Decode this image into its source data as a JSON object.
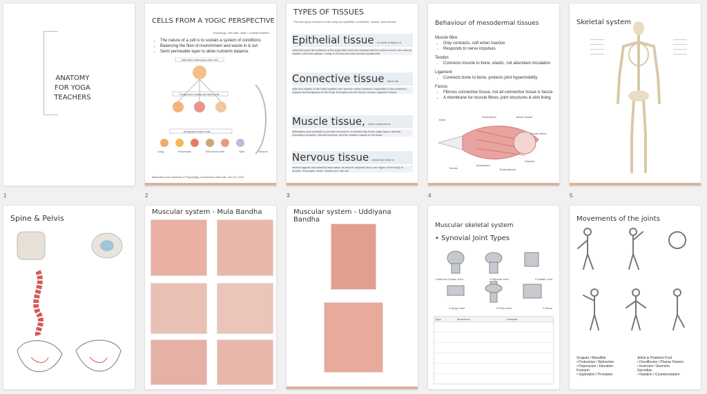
{
  "slides": [
    {
      "num": "1",
      "title": "ANATOMY\nFOR YOGA\nTEACHERS"
    },
    {
      "num": "2",
      "title": "CELLS FROM A YOGIC PERSPECTIVE",
      "etymology": "Etymology: cell Latin, cella = a small chamber",
      "bullets": [
        "The nature of a cell is to sustain a system of conditions",
        "Balancing the flow of nourishment and waste in & out",
        "Semi permeable layer to allow nutrients balance"
      ],
      "diagram_top": "Totipotent embryonic stem cell",
      "diagram_mid": "Pluripotent embryonic stem cells",
      "diagram_bottom": "Multipotent stem cells",
      "cell_labels": [
        "Lung",
        "Pancreatic",
        "Red blood cells",
        "Skin",
        "Neuron"
      ],
      "caption": "Illustration from Anatomy & Physiology, Connexions Web site. Jun 19, 2013"
    },
    {
      "num": "3",
      "title": "TYPES OF TISSUES",
      "intro": "The four types of tissues in the body are epithelial, connective, muscle, and nervous.",
      "tissues": [
        {
          "name": "Epithelial tissue",
          "suffix": "is made of layers of",
          "desc": "cells that cover the surfaces of the body that come into contact with the exterior world, the internal cavities, and form glands. Lining of GI tract and skin surface (epidermis)"
        },
        {
          "name": "Connective tissue",
          "suffix": "binds the",
          "desc": "cells and organs of the body together and perform many functions, especially in the protection, support and integration of the body. Examples are fat, bones, tendon, ligament, fascia"
        },
        {
          "name": "Muscle tissue,",
          "suffix": "which responds to",
          "desc": "stimulation and contracts to provide movement, is divided into three major types: skeletal (voluntary) muscles, smooth muscles, and the cardiac muscle in the heart."
        },
        {
          "name": "Nervous tissue",
          "suffix": "allows the body to",
          "desc": "receive signals and transmit information as electric impulses from one region of the body to another. Examples: Brain, Spinal cord, Nerves"
        }
      ]
    },
    {
      "num": "4",
      "title": "Behaviour of mesodermal tissues",
      "sections": [
        {
          "head": "Muscle fibre",
          "items": [
            "Only contracts, soft when inactive",
            "Responds to nerve impulses"
          ]
        },
        {
          "head": "Tendon",
          "items": [
            "Connects muscle to bone, elastic, not abundant circulation"
          ]
        },
        {
          "head": "Ligament",
          "items": [
            "Connects bone to bone, protects joint hypermobility"
          ]
        },
        {
          "head": "Fascia",
          "items": [
            "Fibrous connective tissue, not all connective tissue is fascia",
            "A membrane for muscle fibres, joint structures & skin lining"
          ]
        }
      ],
      "diagram_labels": [
        "Bone",
        "Perimysium",
        "Blood Vessel",
        "Muscle fibres",
        "Tendon",
        "Epimysium",
        "Endomysium",
        "Fascicle"
      ]
    },
    {
      "num": "5",
      "title": "Skeletal system"
    },
    {
      "num": "",
      "title": "Spine & Pelvis"
    },
    {
      "num": "",
      "title": "Muscular system - Mula Bandha"
    },
    {
      "num": "",
      "title": "Muscular system - Uddiyana Bandha"
    },
    {
      "num": "",
      "title": "Muscular skeletal system",
      "subtitle": "Synovial Joint Types",
      "joints": [
        "1 Ball and Socket Joint",
        "2 Ellipsoid Joint",
        "3 Saddle Joint",
        "4 Hinge Joint",
        "5 Pivot Joint",
        "6 Plane"
      ],
      "table_head": [
        "Type",
        "Movement",
        "Example"
      ]
    },
    {
      "num": "",
      "title": "Movements of the joints",
      "left_head": "Scapula / Mandible",
      "left_items": [
        "Protraction / Retraction",
        "Depression / Elevation"
      ],
      "left_head2": "Forearm",
      "left_items2": [
        "Supination / Pronation"
      ],
      "right_head": "Ankle & Posterior Foot",
      "right_items": [
        "Dorsiflexion / Plantar Flexion",
        "Inversion / Eversion"
      ],
      "right_head2": "Sacroiliac",
      "right_items2": [
        "Nutation / Counternutation"
      ]
    }
  ]
}
